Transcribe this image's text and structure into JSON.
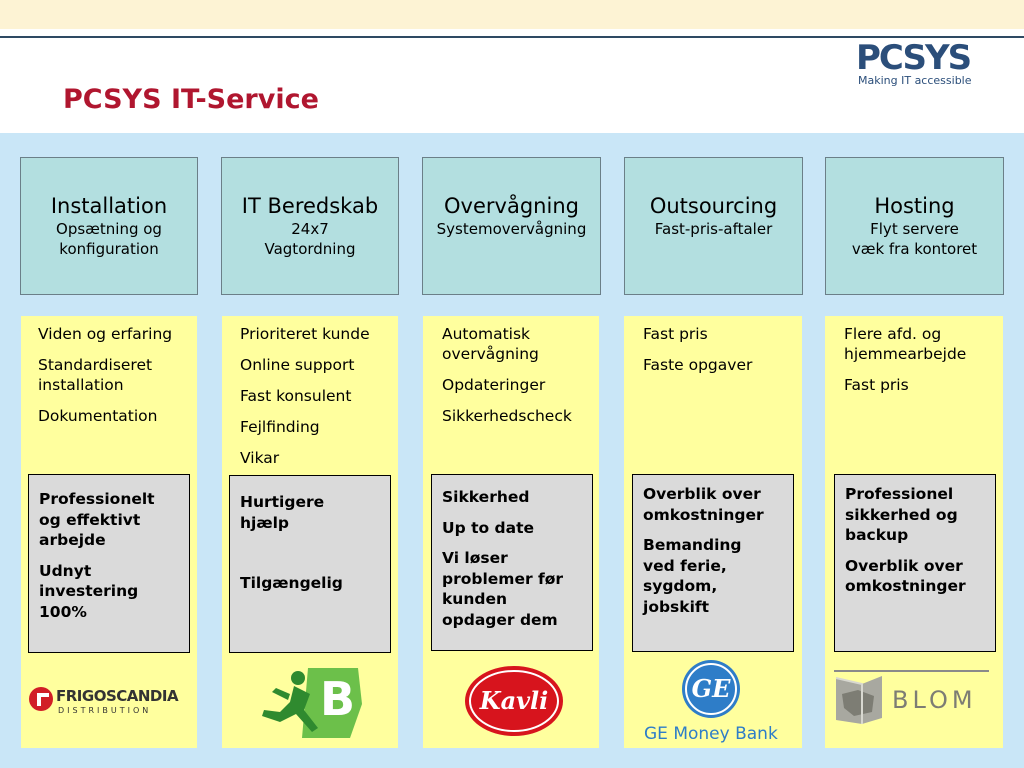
{
  "header": {
    "title": "PCSYS IT-Service",
    "logo_text": "PCSYS",
    "logo_tagline": "Making IT accessible"
  },
  "columns": [
    {
      "title": "Installation",
      "subtitle": [
        "Opsætning og",
        "konfiguration"
      ],
      "items": [
        "Viden og erfaring",
        "Standardiseret installation",
        "Dokumentation"
      ],
      "benefits": [
        "Professionelt og effektivt arbejde",
        "Udnyt investering 100%"
      ],
      "client_logo": "FRIGOSCANDIA",
      "client_logo_sub": "DISTRIBUTION"
    },
    {
      "title": "IT Beredskab",
      "subtitle": [
        "24x7",
        "Vagtordning"
      ],
      "items": [
        "Prioriteret kunde",
        "Online support",
        "Fast konsulent",
        "Fejlfinding",
        "Vikar"
      ],
      "benefits": [
        "Hurtigere hjælp",
        "",
        "Tilgængelig"
      ],
      "client_logo": "B"
    },
    {
      "title": "Overvågning",
      "subtitle": [
        "Systemovervågning"
      ],
      "items": [
        "Automatisk overvågning",
        "Opdateringer",
        "Sikkerhedscheck"
      ],
      "benefits": [
        "Sikkerhed",
        "Up to date",
        "Vi løser problemer før kunden opdager dem"
      ],
      "client_logo": "Kavli"
    },
    {
      "title": "Outsourcing",
      "subtitle": [
        "Fast-pris-aftaler"
      ],
      "items": [
        "Fast pris",
        "Faste opgaver"
      ],
      "benefits": [
        "Overblik over omkostninger",
        "Bemanding ved ferie, sygdom, jobskift"
      ],
      "client_logo": "GE",
      "client_logo_sub": "GE Money Bank"
    },
    {
      "title": "Hosting",
      "subtitle": [
        "Flyt servere",
        "væk fra kontoret"
      ],
      "items": [
        "Flere afd. og hjemmearbejde",
        "Fast pris"
      ],
      "benefits": [
        "Professionel sikkerhed og backup",
        "Overblik over omkostninger"
      ],
      "client_logo": "BLOM"
    }
  ],
  "colors": {
    "title": "#b0162f",
    "header_box": "#b3dfe0",
    "column_bg": "#ffff9e",
    "band_bg": "#c9e6f7",
    "benefit_box": "#dadada"
  }
}
